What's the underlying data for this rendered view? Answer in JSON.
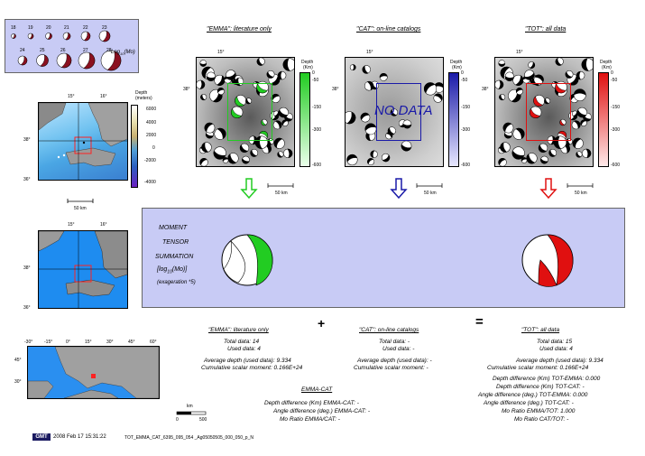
{
  "scale_legend": {
    "row1": [
      "18",
      "19",
      "20",
      "21",
      "22",
      "23"
    ],
    "row2": [
      "24",
      "25",
      "26",
      "27",
      "28"
    ],
    "label_main": "Log",
    "label_sub": "10",
    "label_tail": "(Mo)"
  },
  "panels": {
    "emma_title": "\"EMMA\": literature only",
    "cat_title": "\"CAT\": on-line catalogs",
    "tot_title": "\"TOT\": all data",
    "no_data": "NO DATA",
    "depth_label": "Depth",
    "depth_unit": "(Km)",
    "depth_ticks": [
      "0",
      "-50",
      "-150",
      "-300",
      "-600"
    ],
    "lon_tick": "15°",
    "lat_tick": "38°",
    "scale_bar": "50 km"
  },
  "left_maps": {
    "topo_depth_label": "Depth",
    "topo_depth_unit": "(meters)",
    "topo_ticks": [
      "6000",
      "4000",
      "2000",
      "0",
      "-2000",
      "-4000"
    ],
    "lon_ticks": [
      "15°",
      "16°"
    ],
    "lat_ticks": [
      "38°",
      "36°"
    ],
    "lon_ticks_mid": [
      "15°",
      "16°"
    ],
    "lat_ticks_mid": [
      "38°",
      "36°"
    ],
    "scale_bar": "50 km",
    "world_lon_ticks": [
      "-30°",
      "-15°",
      "0°",
      "15°",
      "30°",
      "45°",
      "60°"
    ],
    "world_lat_ticks": [
      "45°",
      "30°"
    ],
    "world_scale_label": "km",
    "world_scale_ticks": [
      "0",
      "500"
    ]
  },
  "summation": {
    "line1": "MOMENT",
    "line2": "TENSOR",
    "line3": "SUMMATION",
    "line4_main": "[log",
    "line4_sub": "10",
    "line4_tail": "(Mo)]",
    "line5": "(exageration *5)",
    "plus": "+",
    "equals": "="
  },
  "stats": {
    "emma_title": "\"EMMA\": literature only",
    "emma_total": "Total data:   14",
    "emma_used": "Used data:   4",
    "emma_avg": "Average depth (used data):   9.334",
    "emma_moment": "Cumulative scalar moment: 0.166E+24",
    "cat_title": "\"CAT\": on-line catalogs",
    "cat_total": "Total data: -",
    "cat_used": "Used data: -",
    "cat_avg": "Average depth (used data): -",
    "cat_moment": "Cumulative scalar moment: -",
    "tot_title": "\"TOT\": all data",
    "tot_total": "Total data:   15",
    "tot_used": "Used data:   4",
    "tot_avg": "Average depth (used data):   9.334",
    "tot_moment": "Cumulative scalar moment: 0.166E+24",
    "tot_depth_emma": "Depth difference (Km) TOT-EMMA:    0.000",
    "tot_depth_cat": "Depth difference (Km) TOT-CAT: -",
    "tot_angle_emma": "Angle difference (deg.) TOT-EMMA:    0.000",
    "tot_angle_cat": "Angle difference (deg.) TOT-CAT: -",
    "tot_mo_emma": "Mo Ratio EMMA/TOT:    1.000",
    "tot_mo_cat": "Mo Ratio CAT/TOT: -",
    "ec_title": "EMMA-CAT",
    "ec_depth": "Depth difference (Km) EMMA-CAT: -",
    "ec_angle": "Angle difference (deg.) EMMA-CAT: -",
    "ec_mo": "Mo Ratio EMMA/CAT: -"
  },
  "footer": {
    "logo": "GMT",
    "timestamp": "2008 Feb 17 15:31:22",
    "filename": "TOT_EMMA_CAT_6395_095_054 _Ag05050505_000_050_p_N"
  },
  "colors": {
    "lavender": "#c8cbf5",
    "emma_green": "#22cc22",
    "cat_blue": "#1a1aa8",
    "tot_red": "#e01010",
    "legend_red": "#8b1020"
  }
}
